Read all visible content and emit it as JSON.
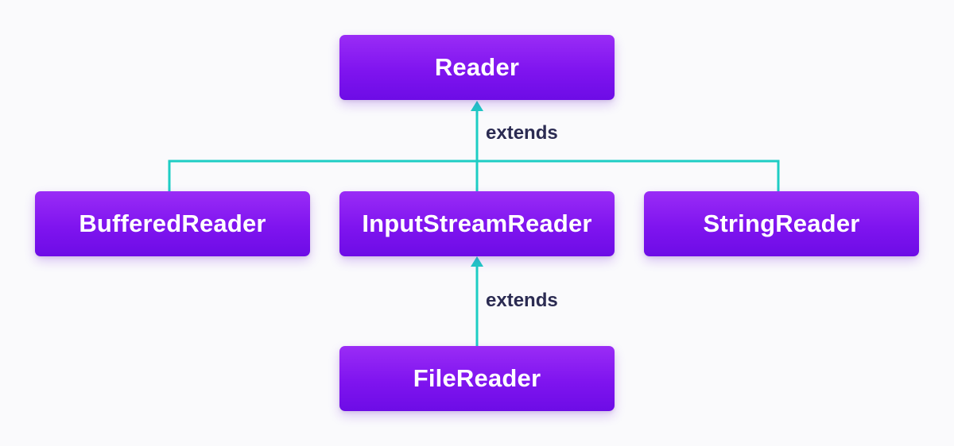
{
  "nodes": {
    "reader": "Reader",
    "buffered_reader": "BufferedReader",
    "input_stream_reader": "InputStreamReader",
    "string_reader": "StringReader",
    "file_reader": "FileReader"
  },
  "edges": {
    "top_label": "extends",
    "bottom_label": "extends"
  },
  "colors": {
    "node_fill": "#7f14ef",
    "connector": "#1ecdc4",
    "label_text": "#2b2b52"
  }
}
